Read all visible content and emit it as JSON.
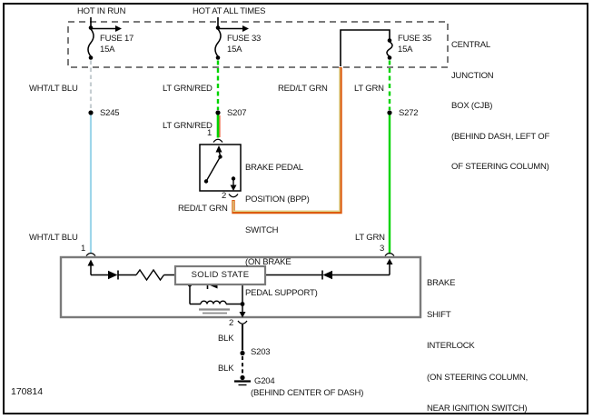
{
  "frame": {
    "diagram_number": "170814"
  },
  "colors": {
    "lt_grn": "#00d400",
    "red": "#dd5c10",
    "red_core": "#dce89e",
    "red_stripe": "#e04010",
    "lt_blu": "#9fd6ea",
    "wht": "#c6ced2",
    "blk": "#000000",
    "box_gray": "#7a7a7a"
  },
  "cjb": {
    "hot_in_run": "HOT IN RUN",
    "hot_at_all_times": "HOT AT ALL TIMES",
    "name_lines": [
      "CENTRAL",
      "JUNCTION",
      "BOX (CJB)",
      "(BEHIND DASH, LEFT OF",
      "OF STEERING COLUMN)"
    ],
    "fuse17": {
      "name": "FUSE 17",
      "rating": "15A"
    },
    "fuse33": {
      "name": "FUSE 33",
      "rating": "15A"
    },
    "fuse35": {
      "name": "FUSE 35",
      "rating": "15A"
    }
  },
  "wire_labels": {
    "wht_lt_blu_upper": "WHT/LT BLU",
    "wht_lt_blu_lower": "WHT/LT BLU",
    "lt_grn_red_upper": "LT GRN/RED",
    "lt_grn_red_lower": "LT GRN/RED",
    "red_lt_grn_upper": "RED/LT GRN",
    "red_lt_grn_lower": "RED/LT GRN",
    "lt_grn_upper": "LT GRN",
    "lt_grn_lower": "LT GRN",
    "blk_upper": "BLK",
    "blk_lower": "BLK"
  },
  "splices": {
    "s245": "S245",
    "s207": "S207",
    "s272": "S272",
    "s203": "S203"
  },
  "ground": {
    "id": "G204",
    "location": "(BEHIND CENTER OF DASH)"
  },
  "bpp_switch": {
    "terminal_in": "1",
    "terminal_out": "2",
    "name_lines": [
      "BRAKE PEDAL",
      "POSITION (BPP)",
      "SWITCH",
      "(ON BRAKE",
      "PEDAL SUPPORT)"
    ]
  },
  "interlock": {
    "terminal_left": "1",
    "terminal_right": "3",
    "terminal_bottom": "2",
    "solid_state": "SOLID STATE",
    "name_lines": [
      "BRAKE",
      "SHIFT",
      "INTERLOCK",
      "(ON STEERING COLUMN,",
      "NEAR IGNITION SWITCH)"
    ]
  }
}
